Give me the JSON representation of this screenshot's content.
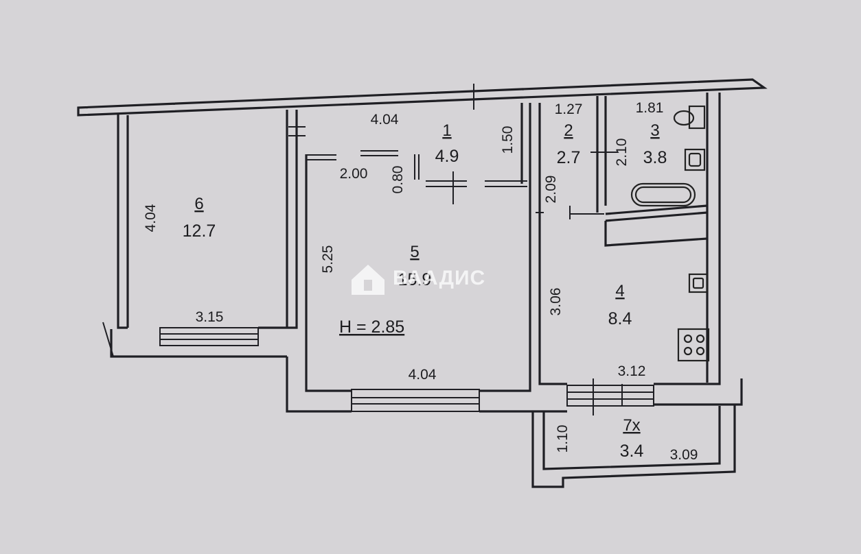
{
  "plan": {
    "height_label": "H = 2.85",
    "rooms": [
      {
        "id": "1",
        "area": "4.9"
      },
      {
        "id": "2",
        "area": "2.7"
      },
      {
        "id": "3",
        "area": "3.8"
      },
      {
        "id": "4",
        "area": "8.4"
      },
      {
        "id": "5",
        "area": "15.9"
      },
      {
        "id": "6",
        "area": "12.7"
      },
      {
        "id": "7х",
        "area": "3.4"
      }
    ],
    "dimensions": {
      "r6_height": "4.04",
      "r6_width": "3.15",
      "r1_top": "4.04",
      "r1_door_left": "2.00",
      "r1_door_gap": "0.80",
      "r1_right": "1.50",
      "r5_height": "5.25",
      "r5_bottom": "4.04",
      "r2_top": "1.27",
      "r2_side": "2.09",
      "r3_top": "1.81",
      "r3_side": "2.10",
      "r4_side": "3.06",
      "r4_bottom": "3.12",
      "r7_side": "1.10",
      "r7_bottom": "3.09"
    }
  },
  "watermark": {
    "text": "ВААДИС",
    "icon": "house-logo-icon"
  }
}
